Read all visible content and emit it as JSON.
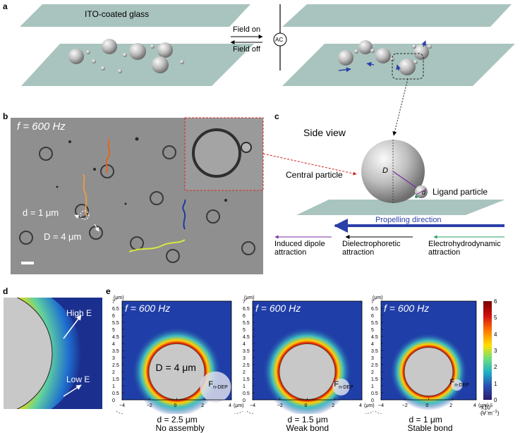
{
  "panels": {
    "a": {
      "label": "a",
      "glass_label": "ITO-coated glass",
      "field_on": "Field on",
      "field_off": "Field off",
      "ac": "AC"
    },
    "b": {
      "label": "b",
      "freq": "f = 600 Hz",
      "d_label": "d = 1 μm",
      "D_label": "D = 4 μm"
    },
    "c": {
      "label": "c",
      "side_view": "Side view",
      "central": "Central particle",
      "ligand": "Ligand particle",
      "D": "D",
      "d": "d",
      "propelling": "Propelling direction",
      "induced": [
        "Induced dipole",
        "attraction"
      ],
      "dielectro": [
        "Dielectrophoretic",
        "attraction"
      ],
      "electrohydro": [
        "Electrohydrodynamic",
        "attraction"
      ]
    },
    "d": {
      "label": "d",
      "high_e": "High E",
      "low_e": "Low E"
    },
    "e": {
      "label": "e",
      "y_unit": "(μm)",
      "x_unit": "(μm)",
      "y_ticks": [
        "7",
        "6.5",
        "6",
        "5.5",
        "5",
        "4.5",
        "4",
        "3.5",
        "3",
        "2.5",
        "2",
        "1.5",
        "1",
        "0.5",
        "0"
      ],
      "x_ticks": [
        "−4",
        "−2",
        "0",
        "2",
        "4"
      ],
      "subpanels": [
        {
          "freq": "f = 600 Hz",
          "diam": "D = 4 μm",
          "force": "F",
          "force_sub": "n-DEP",
          "caption1": "d = 2.5 μm",
          "caption2": "No assembly"
        },
        {
          "freq": "f = 600 Hz",
          "force": "F",
          "force_sub": "n-DEP",
          "caption1": "d = 1.5 μm",
          "caption2": "Weak bond"
        },
        {
          "freq": "f = 600 Hz",
          "force": "F",
          "force_sub": "n-DEP",
          "caption1": "d = 1 μm",
          "caption2": "Stable bond"
        }
      ],
      "colorbar": {
        "ticks": [
          "6",
          "5",
          "4",
          "3",
          "2",
          "1",
          "0"
        ],
        "unit1": "x10",
        "unit_exp": "5",
        "unit2": "(V m",
        "unit2_exp": "−1",
        "unit2_end": ")",
        "colors": [
          "#7a0000",
          "#d01010",
          "#ff7a00",
          "#ffe000",
          "#6fe07a",
          "#1fb0c8",
          "#2a4fb0",
          "#2b1a6a"
        ]
      }
    }
  }
}
